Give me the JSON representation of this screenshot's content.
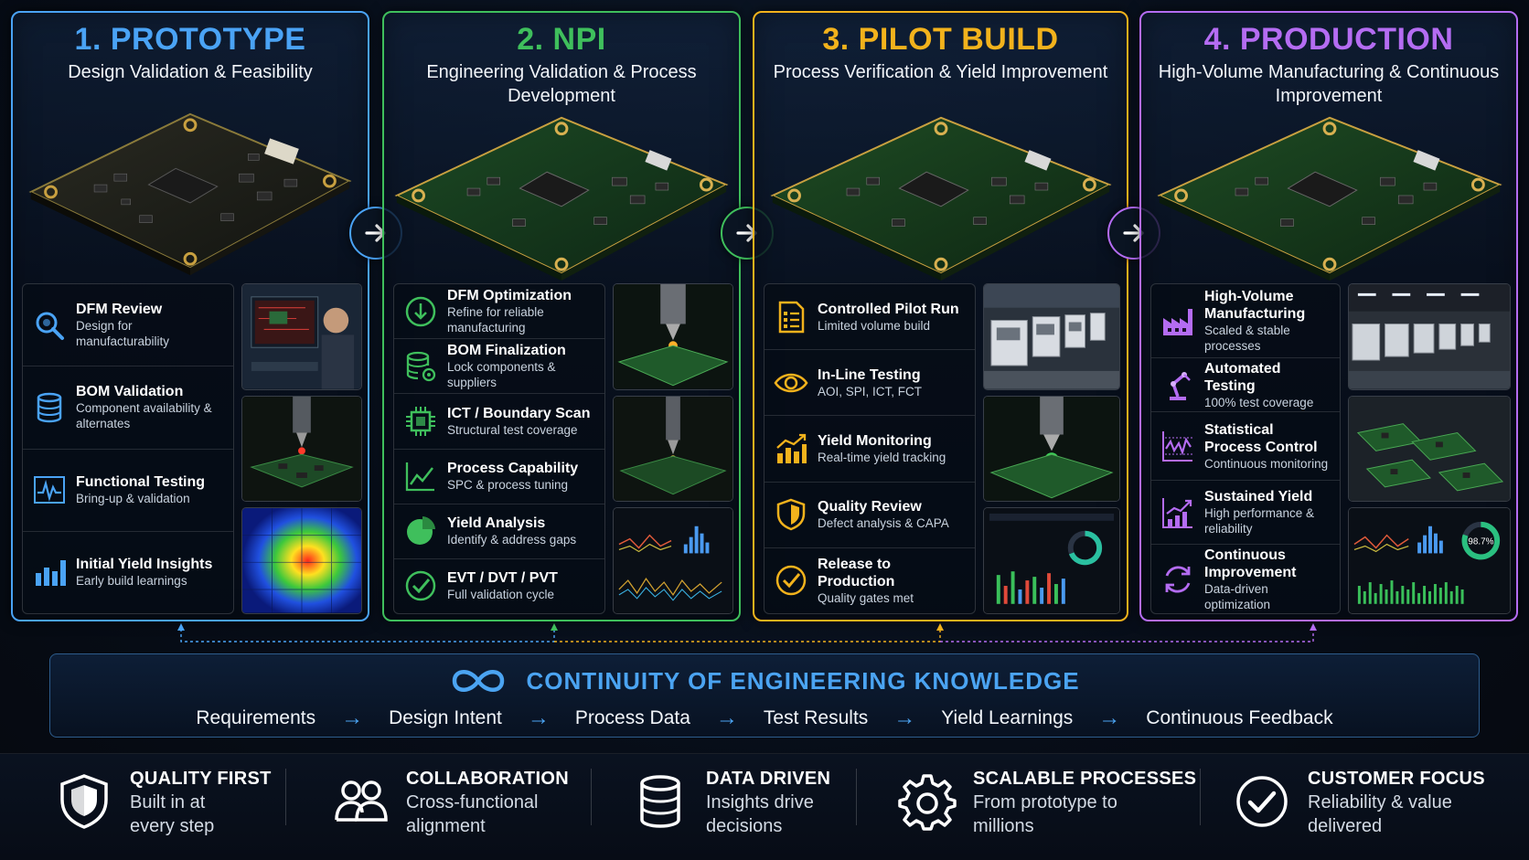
{
  "stages": [
    {
      "title": "1. PROTOTYPE",
      "subtitle": "Design Validation & Feasibility",
      "color": "#4aa3f5",
      "items": [
        {
          "icon": "magnifier-icon",
          "title": "DFM Review",
          "desc": "Design for manufacturability"
        },
        {
          "icon": "database-icon",
          "title": "BOM Validation",
          "desc": "Component availability & alternates"
        },
        {
          "icon": "waveform-icon",
          "title": "Functional Testing",
          "desc": "Bring-up & validation"
        },
        {
          "icon": "bar-chart-icon",
          "title": "Initial Yield Insights",
          "desc": "Early build learnings"
        }
      ]
    },
    {
      "title": "2. NPI",
      "subtitle": "Engineering Validation & Process Development",
      "color": "#3fbf5c",
      "items": [
        {
          "icon": "download-circle-icon",
          "title": "DFM Optimization",
          "desc": "Refine for reliable manufacturing"
        },
        {
          "icon": "database-settings-icon",
          "title": "BOM Finalization",
          "desc": "Lock components & suppliers"
        },
        {
          "icon": "chip-icon",
          "title": "ICT / Boundary Scan",
          "desc": "Structural test coverage"
        },
        {
          "icon": "trend-chart-icon",
          "title": "Process Capability",
          "desc": "SPC & process tuning"
        },
        {
          "icon": "pie-chart-icon",
          "title": "Yield Analysis",
          "desc": "Identify & address gaps"
        },
        {
          "icon": "check-circle-icon",
          "title": "EVT / DVT / PVT",
          "desc": "Full validation cycle"
        }
      ]
    },
    {
      "title": "3. PILOT BUILD",
      "subtitle": "Process Verification & Yield Improvement",
      "color": "#f2b21c",
      "items": [
        {
          "icon": "checklist-icon",
          "title": "Controlled Pilot Run",
          "desc": "Limited volume build"
        },
        {
          "icon": "eye-icon",
          "title": "In-Line Testing",
          "desc": "AOI, SPI, ICT, FCT"
        },
        {
          "icon": "growth-bars-icon",
          "title": "Yield Monitoring",
          "desc": "Real-time yield tracking"
        },
        {
          "icon": "shield-check-icon",
          "title": "Quality Review",
          "desc": "Defect analysis & CAPA"
        },
        {
          "icon": "check-circle-icon",
          "title": "Release to Production",
          "desc": "Quality gates met"
        }
      ]
    },
    {
      "title": "4. PRODUCTION",
      "subtitle": "High-Volume Manufacturing & Continuous Improvement",
      "color": "#b46cf2",
      "items": [
        {
          "icon": "factory-icon",
          "title": "High-Volume Manufacturing",
          "desc": "Scaled & stable processes"
        },
        {
          "icon": "robot-arm-icon",
          "title": "Automated Testing",
          "desc": "100% test coverage"
        },
        {
          "icon": "control-chart-icon",
          "title": "Statistical Process Control",
          "desc": "Continuous monitoring"
        },
        {
          "icon": "growth-bars-icon",
          "title": "Sustained Yield",
          "desc": "High performance & reliability"
        },
        {
          "icon": "refresh-icon",
          "title": "Continuous Improvement",
          "desc": "Data-driven optimization"
        }
      ]
    }
  ],
  "knowledge": {
    "title": "CONTINUITY OF ENGINEERING KNOWLEDGE",
    "flow": [
      "Requirements",
      "Design Intent",
      "Process Data",
      "Test Results",
      "Yield Learnings",
      "Continuous Feedback"
    ],
    "color": "#4ba4f2"
  },
  "values": [
    {
      "icon": "shield-icon",
      "title": "QUALITY FIRST",
      "line1": "Built in at",
      "line2": "every step"
    },
    {
      "icon": "people-icon",
      "title": "COLLABORATION",
      "line1": "Cross-functional",
      "line2": "alignment"
    },
    {
      "icon": "database-icon",
      "title": "DATA DRIVEN",
      "line1": "Insights drive",
      "line2": "decisions"
    },
    {
      "icon": "gear-icon",
      "title": "SCALABLE PROCESSES",
      "line1": "From prototype to",
      "line2": "millions"
    },
    {
      "icon": "check-circle-icon",
      "title": "CUSTOMER FOCUS",
      "line1": "Reliability & value",
      "line2": "delivered"
    }
  ],
  "dashboard_readout": "98.7%"
}
